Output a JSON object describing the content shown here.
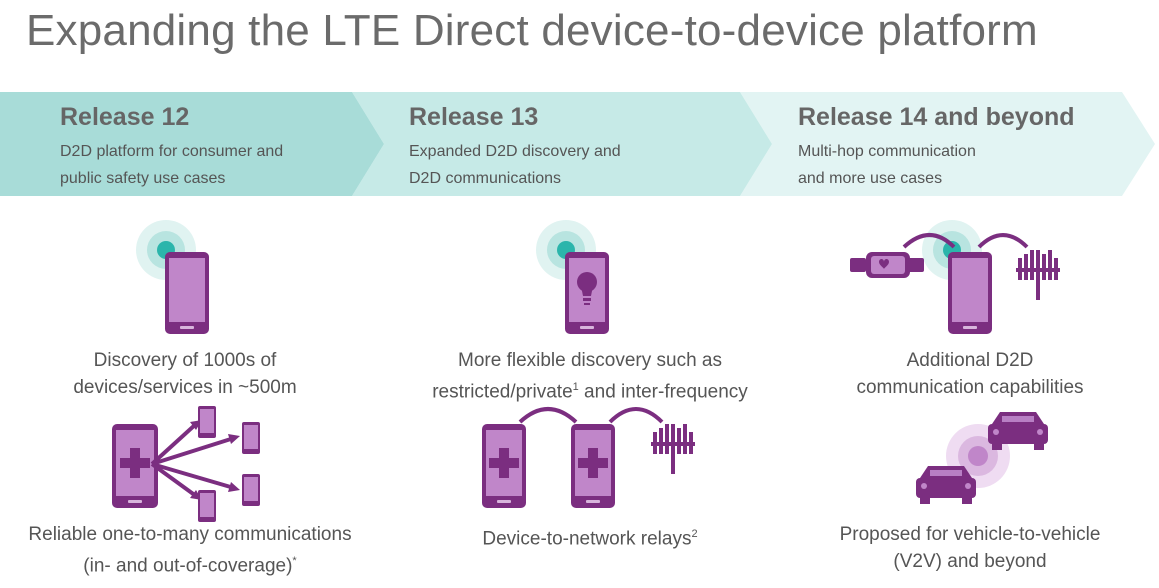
{
  "title": "Expanding the LTE Direct device-to-device platform",
  "colors": {
    "purple": "#b87fc4",
    "purple_dark": "#7b2e80",
    "teal": "#2bb5ab",
    "banner1": "#a8dcd8",
    "banner2": "#c6eae7",
    "banner3": "#e2f4f3"
  },
  "releases": [
    {
      "name": "Release 12",
      "line1": "D2D platform for consumer and",
      "line2": "public safety use cases"
    },
    {
      "name": "Release 13",
      "line1": "Expanded D2D discovery and",
      "line2": "D2D communications"
    },
    {
      "name": "Release 14 and beyond",
      "line1": "Multi-hop communication",
      "line2": "and more use cases"
    }
  ],
  "captions": {
    "c1_l1": "Discovery of 1000s of",
    "c1_l2": "devices/services in ~500m",
    "c2_l1": "More flexible discovery such as",
    "c2_l2a": "restricted/private",
    "c2_l2sup": "1",
    "c2_l2b": " and inter-frequency",
    "c3_l1": "Additional D2D",
    "c3_l2": "communication capabilities",
    "c4_l1": "Reliable one-to-many communications",
    "c4_l2": "(in- and out-of-coverage)",
    "c4_sup": "*",
    "c5_l1": "Device-to-network relays",
    "c5_sup": "2",
    "c6_l1": "Proposed for vehicle-to-vehicle",
    "c6_l2": "(V2V) and beyond"
  },
  "icons": [
    "signal-phone-icon",
    "lightbulb-phone-icon",
    "wearable-phone-tower-icon",
    "medical-phone-broadcast-icon",
    "relay-phones-tower-icon",
    "cars-v2v-icon"
  ]
}
